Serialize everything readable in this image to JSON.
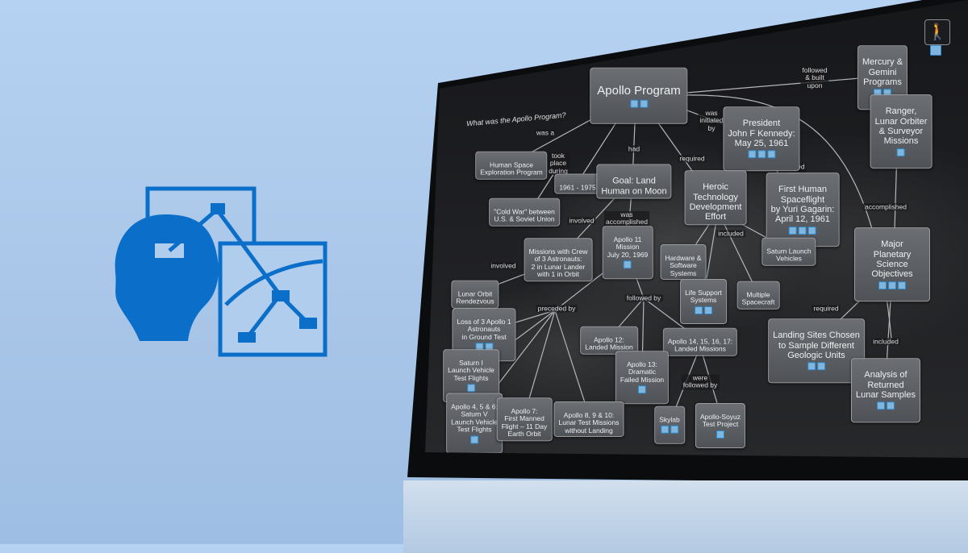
{
  "colors": {
    "background": "#b6d2f2",
    "logo_blue": "#0b6fc9",
    "node_fill": "#5c5f63",
    "edge": "#b4b7bc"
  },
  "logo": {
    "icon": "cmap-head-diagram-icon"
  },
  "screen": {
    "question": "What was the Apollo Program?",
    "toolbar_icon": "person-icon"
  },
  "nodes": {
    "apollo": "Apollo Program",
    "mercury": "Mercury &\nGemini\nPrograms",
    "ranger": "Ranger,\nLunar Orbiter\n& Surveyor\nMissions",
    "president": "President\nJohn F Kennedy:\nMay 25, 1961",
    "human_space": "Human Space\nExploration Program",
    "years": "1961 - 1975",
    "goal": "Goal: Land\nHuman on Moon",
    "heroic": "Heroic\nTechnology\nDevelopment\nEffort",
    "first_human": "First Human\nSpaceflight\nby Yuri Gagarin:\nApril 12, 1961",
    "cold_war": "\"Cold War\" between\nU.S. & Soviet Union",
    "missions_crew": "Missions with Crew\nof 3 Astronauts:\n2 in Lunar Lander\nwith 1 in Orbit",
    "apollo11": "Apollo 11\nMission\nJuly 20, 1969",
    "hardware": "Hardware &\nSoftware\nSystems",
    "saturn_launch": "Saturn Launch\nVehicles",
    "major_planetary": "Major\nPlanetary Science\nObjectives",
    "lunar_orbit": "Lunar Orbit\nRendezvous",
    "life_support": "Life Support\nSystems",
    "multiple_spacecraft": "Multiple\nSpacecraft",
    "loss": "Loss of 3 Apollo 1\nAstronauts\nin Ground Test",
    "apollo12": "Apollo 12:\nLanded Mission",
    "apollo14": "Apollo 14, 15, 16, 17:\nLanded Missions",
    "landing_sites": "Landing Sites Chosen\nto Sample Different\nGeologic Units",
    "saturn1": "Saturn I\nLaunch Vehicle\nTest Flights",
    "apollo13": "Apollo 13:\nDramatic\nFailed Mission",
    "analysis": "Analysis of\nReturned\nLunar Samples",
    "apollo4": "Apollo 4, 5 & 6:\nSaturn V\nLaunch Vehicle\nTest Flights",
    "apollo7": "Apollo 7:\nFirst Manned\nFlight – 11 Day\nEarth Orbit",
    "apollo8": "Apollo 8, 9 & 10:\nLunar Test Missions\nwithout Landing",
    "skylab": "Skylab",
    "apollo_soyuz": "Apollo-Soyuz\nTest Project"
  },
  "links": {
    "followed_built": "followed\n& built\nupon",
    "was_a": "was a",
    "took_place": "took\nplace\nduring",
    "had": "had",
    "required": "required",
    "was_initiated": "was\ninitiated\nby",
    "followed_upon": "followed\nupon",
    "accomplished": "accomplished",
    "involved_goal": "involved",
    "was_accomplished": "was\naccomplished\nby",
    "included": "included",
    "involved_lor": "involved",
    "preceded_by": "preceded by",
    "followed_by": "followed by",
    "required2": "required",
    "included2": "included",
    "were_followed": "were\nfollowed by"
  }
}
